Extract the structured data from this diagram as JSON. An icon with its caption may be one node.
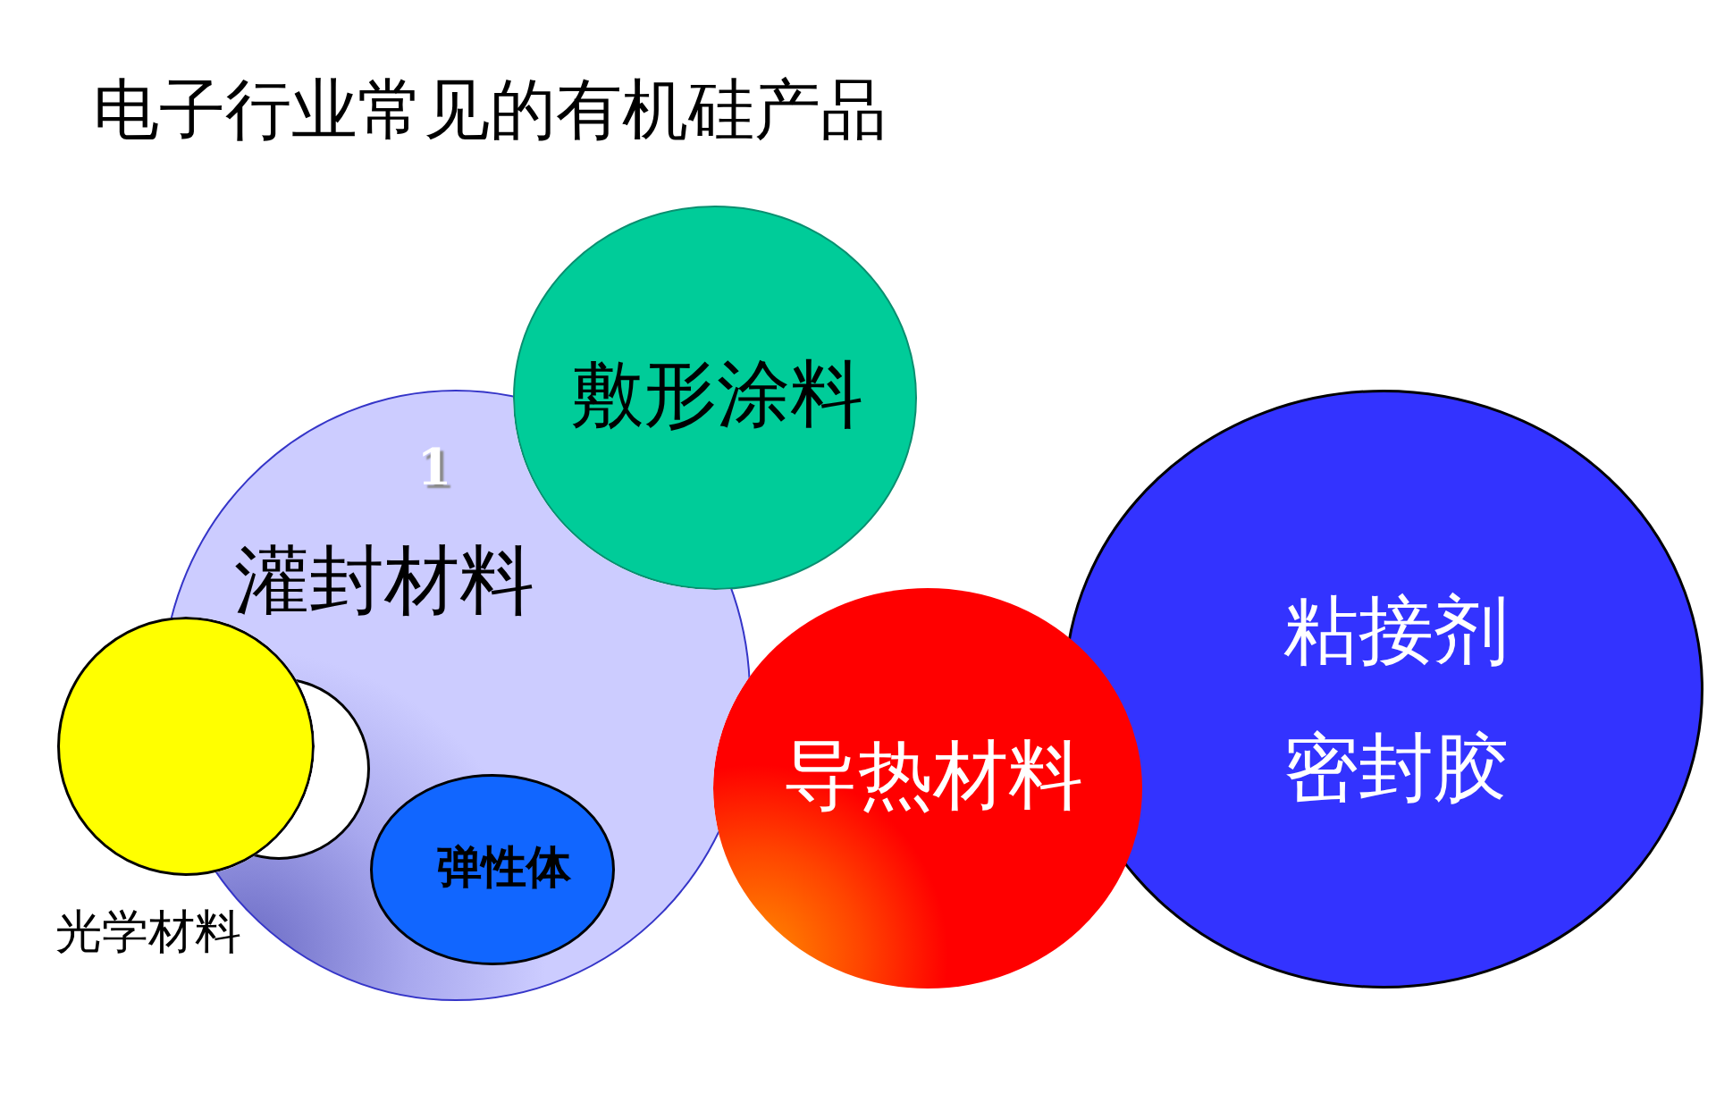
{
  "diagram": {
    "title": "电子行业常见的有机硅产品",
    "nodes": [
      {
        "text": [
          "1",
          "灌封材料"
        ]
      },
      {
        "text": [],
        "shape": "circle",
        "in": 0
      },
      {
        "text": [
          "弹性体"
        ],
        "in": 0
      },
      {
        "text": [
          "光学材料"
        ]
      },
      {
        "text": [
          "敷形涂料"
        ]
      },
      {
        "text": [
          "导热材料"
        ]
      },
      {
        "text": [
          "粘接剂",
          "密封胶"
        ]
      }
    ]
  }
}
